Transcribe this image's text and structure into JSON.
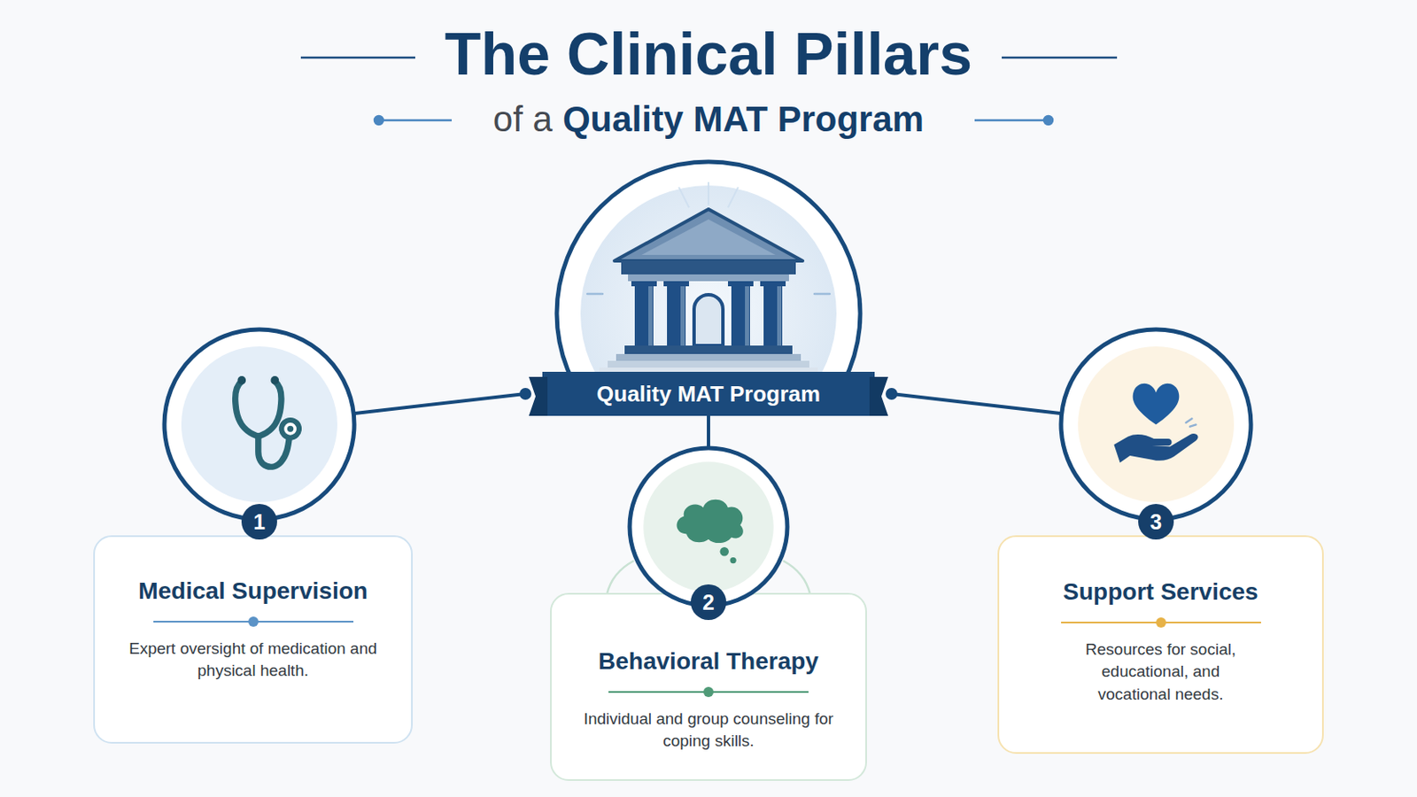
{
  "diagram": {
    "title": "The Clinical Pillars",
    "nodes": [
      {
        "text": [
          "Quality MAT Program"
        ]
      },
      {
        "text": [
          "1"
        ]
      },
      {
        "text": [
          "2"
        ]
      },
      {
        "text": [
          "3"
        ]
      },
      {
        "text": [
          "Medical Supervision",
          "Expert oversight of medication and physical health."
        ]
      },
      {
        "text": [
          "Behavioral Therapy",
          "Individual and group counseling for coping skills."
        ]
      },
      {
        "text": [
          "Support Services",
          "Resources for social, educational, and vocational needs."
        ]
      }
    ],
    "edges": [
      {
        "from": 0,
        "to": 1,
        "arrow": "none"
      },
      {
        "from": 0,
        "to": 2,
        "arrow": "none"
      },
      {
        "from": 0,
        "to": 3,
        "arrow": "none"
      }
    ],
    "labels": [
      "of a",
      "Quality MAT Program"
    ]
  }
}
